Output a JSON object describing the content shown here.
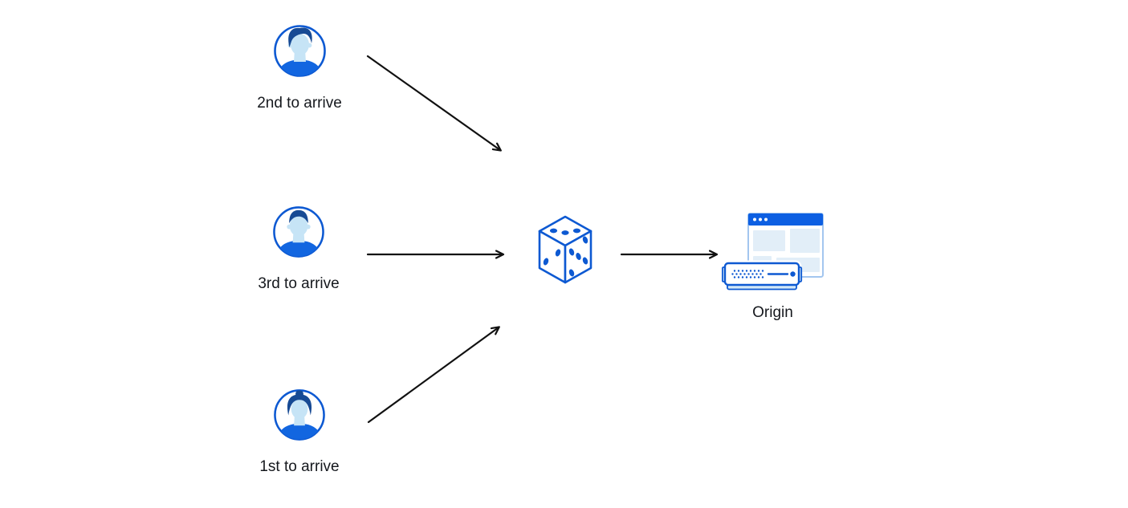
{
  "diagram": {
    "description": "Three visitors arrive in different order, requests pass through a random selector (dice) to a single origin server",
    "nodes": [
      {
        "id": "visitor-2nd",
        "label": "2nd to arrive",
        "icon": "male-user-avatar-icon"
      },
      {
        "id": "visitor-3rd",
        "label": "3rd to arrive",
        "icon": "male-user-avatar-icon"
      },
      {
        "id": "visitor-1st",
        "label": "1st to arrive",
        "icon": "female-user-avatar-icon"
      },
      {
        "id": "random-selector",
        "icon": "dice-icon"
      },
      {
        "id": "origin",
        "label": "Origin",
        "icon": "origin-server-browser-icon"
      }
    ],
    "edges": [
      {
        "from": "visitor-2nd",
        "to": "random-selector"
      },
      {
        "from": "visitor-3rd",
        "to": "random-selector"
      },
      {
        "from": "visitor-1st",
        "to": "random-selector"
      },
      {
        "from": "random-selector",
        "to": "origin"
      }
    ]
  },
  "colors": {
    "background": "#ffffff",
    "primary_blue": "#0d59d2",
    "shirt_blue": "#1266e0",
    "hair_navy": "#174a94",
    "face_light_blue": "#c6e4f6",
    "window_border_blue": "#a3c6ef",
    "panel_fill_blue": "#e2eef8",
    "titlebar_blue": "#0d5fe2",
    "server_base_blue": "#d3e8f8",
    "arrow_black": "#111111",
    "label_text": "#15181d"
  }
}
